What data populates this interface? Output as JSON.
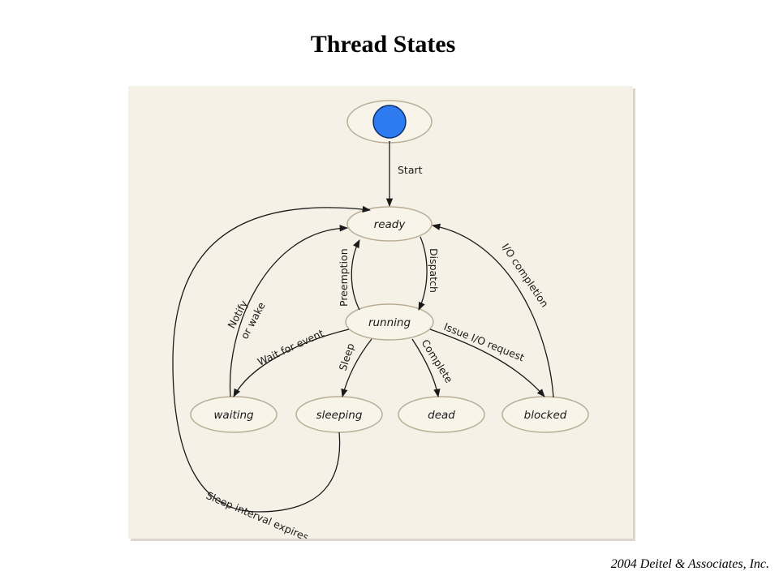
{
  "title": "Thread States",
  "footer": "2004 Deitel & Associates, Inc.",
  "colors": {
    "panel": "#f6f1e6",
    "initial_node": "#2e7bf0",
    "state_fill": "#f8f4ea",
    "state_stroke": "#b9ad95",
    "arrow": "#1a1a1a"
  },
  "diagram": {
    "states": {
      "ready": "ready",
      "running": "running",
      "waiting": "waiting",
      "sleeping": "sleeping",
      "dead": "dead",
      "blocked": "blocked"
    },
    "transitions": {
      "start": "Start",
      "dispatch": "Dispatch",
      "preemption": "Preemption",
      "io_completion": "I/O completion",
      "notify_1": "Notify",
      "notify_2": "or wake",
      "wait_for_event": "Wait for event",
      "sleep": "Sleep",
      "complete": "Complete",
      "issue_io": "Issue I/O request",
      "sleep_expires": "Sleep interval expires"
    }
  }
}
